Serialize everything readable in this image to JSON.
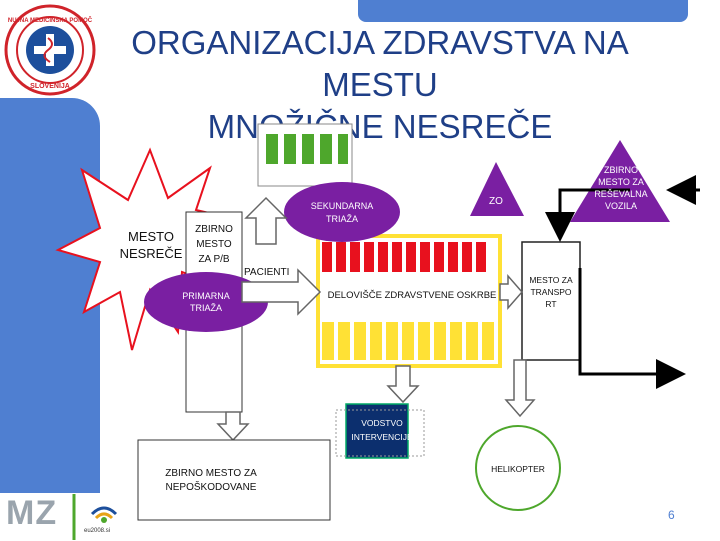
{
  "header": {
    "title_line1": "ORGANIZACIJA ZDRAVSTVA NA MESTU",
    "title_line2": "MNOŽIČNE NESREČE",
    "logo_text": "NUJNA MEDICINSKA POMOČ",
    "logo_country": "SLOVENIJA"
  },
  "diagram": {
    "mesto_nesrece": "MESTO NESREČE",
    "zbirno_mesto_pb": [
      "ZBIRNO",
      "MESTO",
      "ZA P/B"
    ],
    "primarna_triaza": [
      "PRIMARNA",
      "TRIAŽA"
    ],
    "sekundarna_triaza": [
      "SEKUNDARNA",
      "TRIAŽA"
    ],
    "zo": "ZO",
    "zbirno_resevalna": [
      "ZBIRNO",
      "MESTO ZA",
      "REŠEVALNA",
      "VOZILA"
    ],
    "pacienti": "PACIENTI",
    "deloviste": "DELOVIŠČE ZDRAVSTVENE OSKRBE",
    "mesto_transport": [
      "MESTO ZA",
      "TRANSPO",
      "RT"
    ],
    "vodstvo": [
      "VODSTVO",
      "INTERVENCIJE"
    ],
    "zbirno_neposkodovane": [
      "ZBIRNO MESTO ZA",
      "NEPOŠKODOVANE"
    ],
    "helikopter": "HELIKOPTER"
  },
  "footer": {
    "logo_mz": "MZ",
    "logo_small": "eu2008.si",
    "page_number": "6"
  },
  "colors": {
    "title": "#1f3f87",
    "blue_panel": "#4f7fd1",
    "green": "#4ea72c",
    "red": "#e8111e",
    "yellow": "#ffe135",
    "purple": "#7a1fa2",
    "navy": "#0c2f6e"
  }
}
